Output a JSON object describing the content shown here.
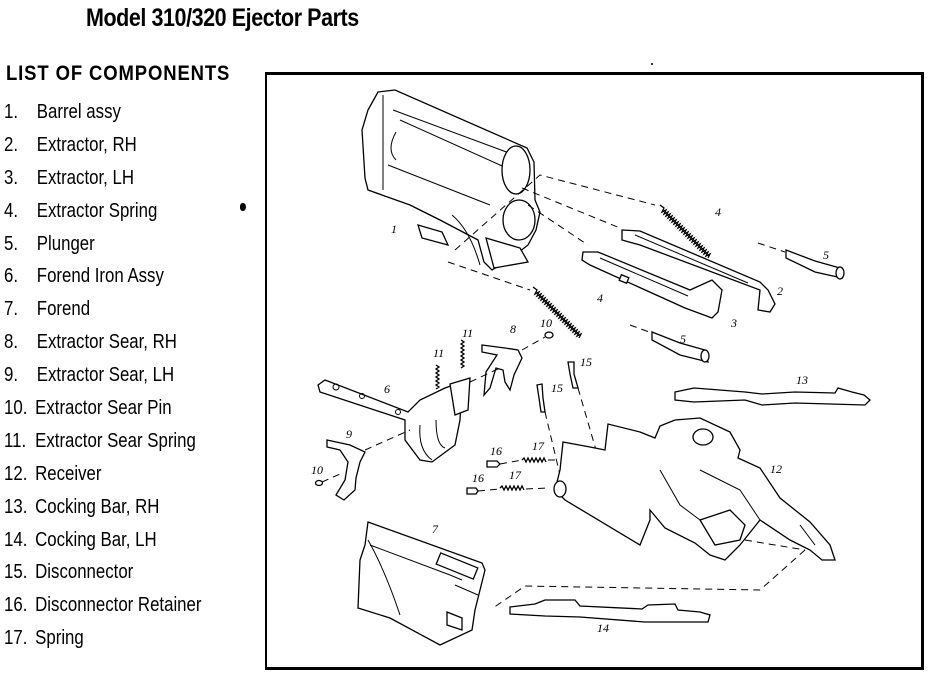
{
  "title": "Model 310/320 Ejector Parts",
  "list_heading": "LIST OF COMPONENTS",
  "components": [
    {
      "num": "1.",
      "name": "Barrel assy"
    },
    {
      "num": "2.",
      "name": "Extractor, RH"
    },
    {
      "num": "3.",
      "name": "Extractor, LH"
    },
    {
      "num": "4.",
      "name": "Extractor Spring"
    },
    {
      "num": "5.",
      "name": "Plunger"
    },
    {
      "num": "6.",
      "name": "Forend Iron Assy"
    },
    {
      "num": "7.",
      "name": "Forend"
    },
    {
      "num": "8.",
      "name": "Extractor Sear, RH"
    },
    {
      "num": "9.",
      "name": "Extractor Sear, LH"
    },
    {
      "num": "10.",
      "name": "Extractor Sear Pin"
    },
    {
      "num": "11.",
      "name": "Extractor Sear Spring"
    },
    {
      "num": "12.",
      "name": "Receiver"
    },
    {
      "num": "13.",
      "name": "Cocking Bar, RH"
    },
    {
      "num": "14.",
      "name": "Cocking Bar, LH"
    },
    {
      "num": "15.",
      "name": "Disconnector"
    },
    {
      "num": "16.",
      "name": "Disconnector Retainer"
    },
    {
      "num": "17.",
      "name": "Spring"
    }
  ],
  "diagram": {
    "callouts": {
      "barrel": "1",
      "extractor_rh": "2",
      "extractor_lh": "3",
      "spring_upper": "4",
      "spring_lower": "4",
      "plunger_upper": "5",
      "plunger_lower": "5",
      "forend_iron": "6",
      "forend": "7",
      "sear_rh": "8",
      "sear_lh": "9",
      "sear_pin_upper": "10",
      "sear_pin_lower": "10",
      "sear_spring_a": "11",
      "sear_spring_b": "11",
      "receiver": "12",
      "cocking_bar_rh": "13",
      "cocking_bar_lh": "14",
      "disconnector_a": "15",
      "disconnector_b": "15",
      "retainer_a": "16",
      "retainer_b": "16",
      "dis_spring_a": "17",
      "dis_spring_b": "17"
    }
  }
}
